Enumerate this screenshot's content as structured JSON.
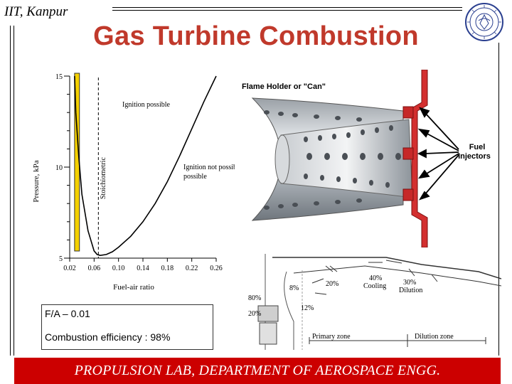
{
  "header": {
    "org": "IIT, Kanpur",
    "title": "Gas Turbine Combustion"
  },
  "chart_data": {
    "type": "line",
    "xlabel": "Fuel-air ratio",
    "ylabel": "Pressure, kPa",
    "xlim": [
      0.02,
      0.26
    ],
    "ylim": [
      5,
      15
    ],
    "x_ticks": [
      "0.02",
      "0.06",
      "0.10",
      "0.14",
      "0.18",
      "0.22",
      "0.26"
    ],
    "y_ticks": [
      "5",
      "10",
      "15"
    ],
    "annotations": [
      "Ignition possible",
      "Ignition not possible",
      "Stoichiometric"
    ],
    "series": [
      {
        "x": [
          0.028,
          0.03,
          0.035,
          0.04,
          0.05,
          0.06,
          0.065,
          0.07,
          0.08,
          0.09,
          0.1,
          0.12,
          0.14,
          0.16,
          0.18,
          0.2,
          0.22,
          0.24,
          0.26
        ],
        "y": [
          15.0,
          13.0,
          10.5,
          8.5,
          6.5,
          5.4,
          5.2,
          5.15,
          5.2,
          5.35,
          5.6,
          6.2,
          7.0,
          8.0,
          9.2,
          10.6,
          12.1,
          13.6,
          15.0
        ]
      }
    ],
    "highlight_range_x": [
      0.028,
      0.036
    ]
  },
  "diagram_can": {
    "title": "Flame Holder or \"Can\"",
    "label_fuel": "Fuel",
    "label_injectors": "Injectors"
  },
  "diagram_zones": {
    "pct_left_top": "80%",
    "pct_left_bottom": "20%",
    "pct_8": "8%",
    "pct_12": "12%",
    "pct_20": "20%",
    "cooling_pct": "40%",
    "cooling_label": "Cooling",
    "dilution_pct": "30%",
    "dilution_label": "Dilution",
    "primary_zone": "Primary zone",
    "dilution_zone": "Dilution zone"
  },
  "note": {
    "fa": "F/A – 0.01",
    "efficiency": "Combustion efficiency : 98%"
  },
  "footer": {
    "text": "PROPULSION LAB, DEPARTMENT OF AEROSPACE ENGG."
  }
}
